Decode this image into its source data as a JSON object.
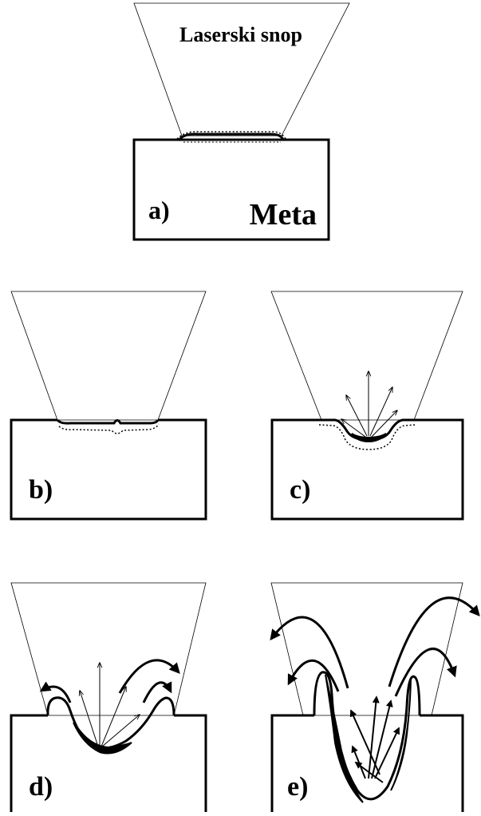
{
  "figure": {
    "beam_label": "Laserski snop",
    "target_label": "Meta",
    "panels": [
      {
        "id": "a",
        "label": "a)"
      },
      {
        "id": "b",
        "label": "b)"
      },
      {
        "id": "c",
        "label": "c)"
      },
      {
        "id": "d",
        "label": "d)"
      },
      {
        "id": "e",
        "label": "e)"
      }
    ]
  },
  "colors": {
    "stroke": "#000000",
    "background": "#ffffff"
  }
}
